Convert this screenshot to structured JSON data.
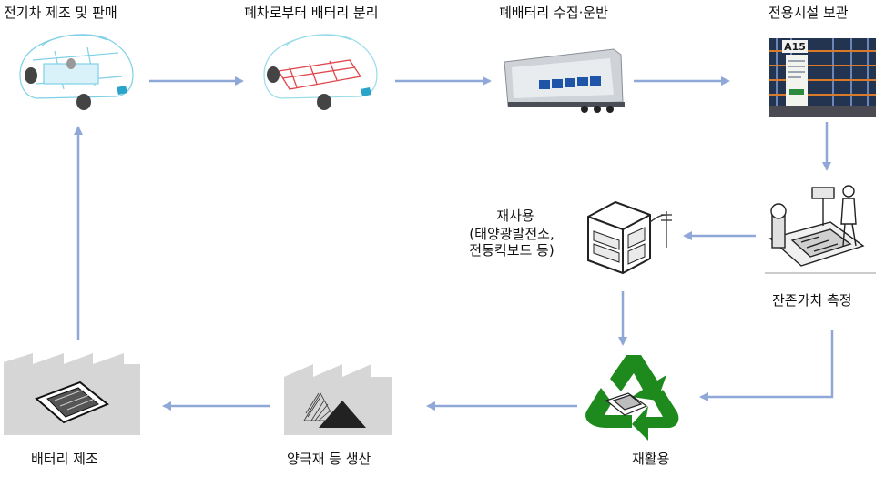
{
  "steps": {
    "ev_manufacture": "전기차 제조 및 판매",
    "battery_separation": "폐차로부터 배터리 분리",
    "collection_transport": "폐배터리 수집·운반",
    "storage": "전용시설 보관",
    "residual_value": "잔존가치 측정",
    "reuse_title": "재사용",
    "reuse_examples": "(태양광발전소,\n전동킥보드 등)",
    "recycle": "재활용",
    "cathode_production": "양극재 등 생산",
    "battery_manufacture": "배터리 제조"
  },
  "storage_sign": "A15",
  "colors": {
    "arrow": "#8fa8d8",
    "recycle_green": "#1e8a1e",
    "car_outline": "#7fd0e6",
    "battery_red": "#e0464c",
    "factory_gray": "#d6d6d6"
  }
}
